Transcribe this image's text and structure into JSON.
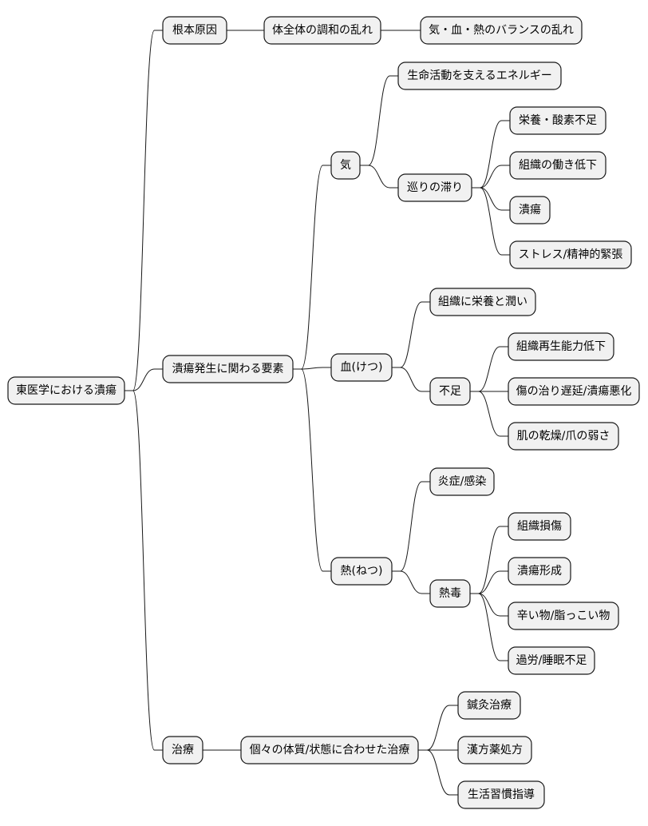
{
  "diagram": {
    "type": "mindmap",
    "root": {
      "label": "東医学における潰瘍",
      "children": [
        {
          "label": "根本原因",
          "children": [
            {
              "label": "体全体の調和の乱れ",
              "children": [
                {
                  "label": "気・血・熱のバランスの乱れ"
                }
              ]
            }
          ]
        },
        {
          "label": "潰瘍発生に関わる要素",
          "children": [
            {
              "label": "気",
              "children": [
                {
                  "label": "生命活動を支えるエネルギー"
                },
                {
                  "label": "巡りの滞り",
                  "children": [
                    {
                      "label": "栄養・酸素不足"
                    },
                    {
                      "label": "組織の働き低下"
                    },
                    {
                      "label": "潰瘍"
                    },
                    {
                      "label": "ストレス/精神的緊張"
                    }
                  ]
                }
              ]
            },
            {
              "label": "血(けつ)",
              "children": [
                {
                  "label": "組織に栄養と潤い"
                },
                {
                  "label": "不足",
                  "children": [
                    {
                      "label": "組織再生能力低下"
                    },
                    {
                      "label": "傷の治り遅延/潰瘍悪化"
                    },
                    {
                      "label": "肌の乾燥/爪の弱さ"
                    }
                  ]
                }
              ]
            },
            {
              "label": "熱(ねつ)",
              "children": [
                {
                  "label": "炎症/感染"
                },
                {
                  "label": "熱毒",
                  "children": [
                    {
                      "label": "組織損傷"
                    },
                    {
                      "label": "潰瘍形成"
                    },
                    {
                      "label": "辛い物/脂っこい物"
                    },
                    {
                      "label": "過労/睡眠不足"
                    }
                  ]
                }
              ]
            }
          ]
        },
        {
          "label": "治療",
          "children": [
            {
              "label": "個々の体質/状態に合わせた治療",
              "children": [
                {
                  "label": "鍼灸治療"
                },
                {
                  "label": "漢方薬処方"
                },
                {
                  "label": "生活習慣指導"
                }
              ]
            }
          ]
        }
      ]
    }
  }
}
